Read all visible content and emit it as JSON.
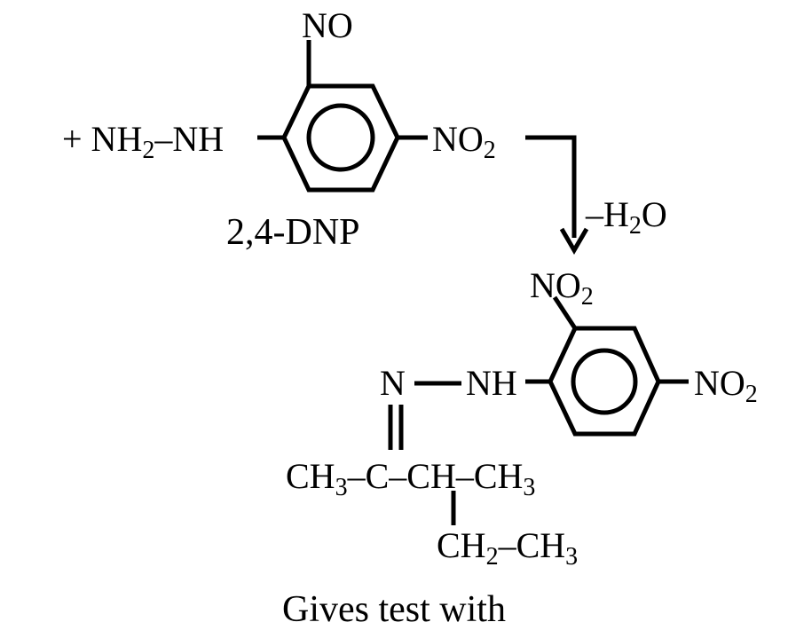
{
  "reagent": {
    "plus_prefix": "+ NH",
    "sub_2": "2",
    "chain_rest": "–NH",
    "ortho_substituent": "NO",
    "para_substituent_base": "NO",
    "para_substituent_sub": "2",
    "name_label": "2,4-DNP"
  },
  "reaction": {
    "byproduct_prefix": "–H",
    "byproduct_sub": "2",
    "byproduct_suffix": "O"
  },
  "product": {
    "top_substituent_base": "NO",
    "top_substituent_sub": "2",
    "right_substituent_base": "NO",
    "right_substituent_sub": "2",
    "imine_n": "N",
    "hydrazine_nh": "NH",
    "chain_ch3_left": "CH",
    "chain_ch3_left_sub": "3",
    "chain_c": "–C–",
    "chain_ch": "CH–",
    "chain_ch3_right": "CH",
    "chain_ch3_right_sub": "3",
    "branch_ch2": "CH",
    "branch_ch2_sub": "2",
    "branch_ch3": "–CH",
    "branch_ch3_sub": "3"
  },
  "caption": "Gives test with"
}
